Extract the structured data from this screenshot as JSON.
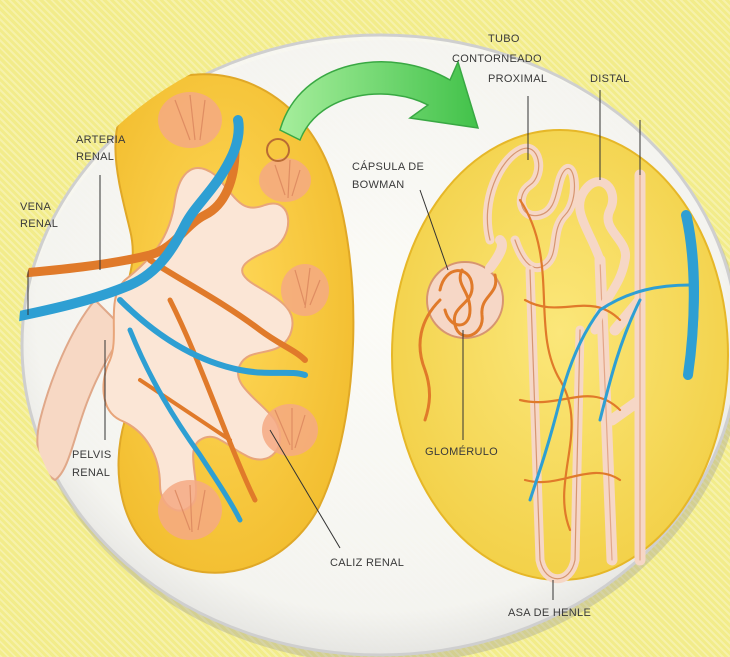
{
  "labels": {
    "arteria_renal": [
      "ARTERIA",
      "RENAL"
    ],
    "vena_renal": [
      "VENA",
      "RENAL"
    ],
    "pelvis_renal": [
      "PELVIS",
      "RENAL"
    ],
    "caliz_renal": "CALIZ RENAL",
    "tubo_contorneado_proximal": [
      "TUBO",
      "CONTORNEADO",
      "PROXIMAL"
    ],
    "tubo_distal": "DISTAL",
    "capsula_bowman": [
      "CÁPSULA DE",
      "BOWMAN"
    ],
    "glomerulo": "GLOMÉRULO",
    "asa_henle": "ASA DE HENLE"
  },
  "colors": {
    "background": "#f2ec8a",
    "kidney": "#f6c63a",
    "vein": "#2e9fd3",
    "artery": "#e07a2a",
    "pelvis": "#fbe3d0",
    "arrow": "#6fd36a"
  }
}
